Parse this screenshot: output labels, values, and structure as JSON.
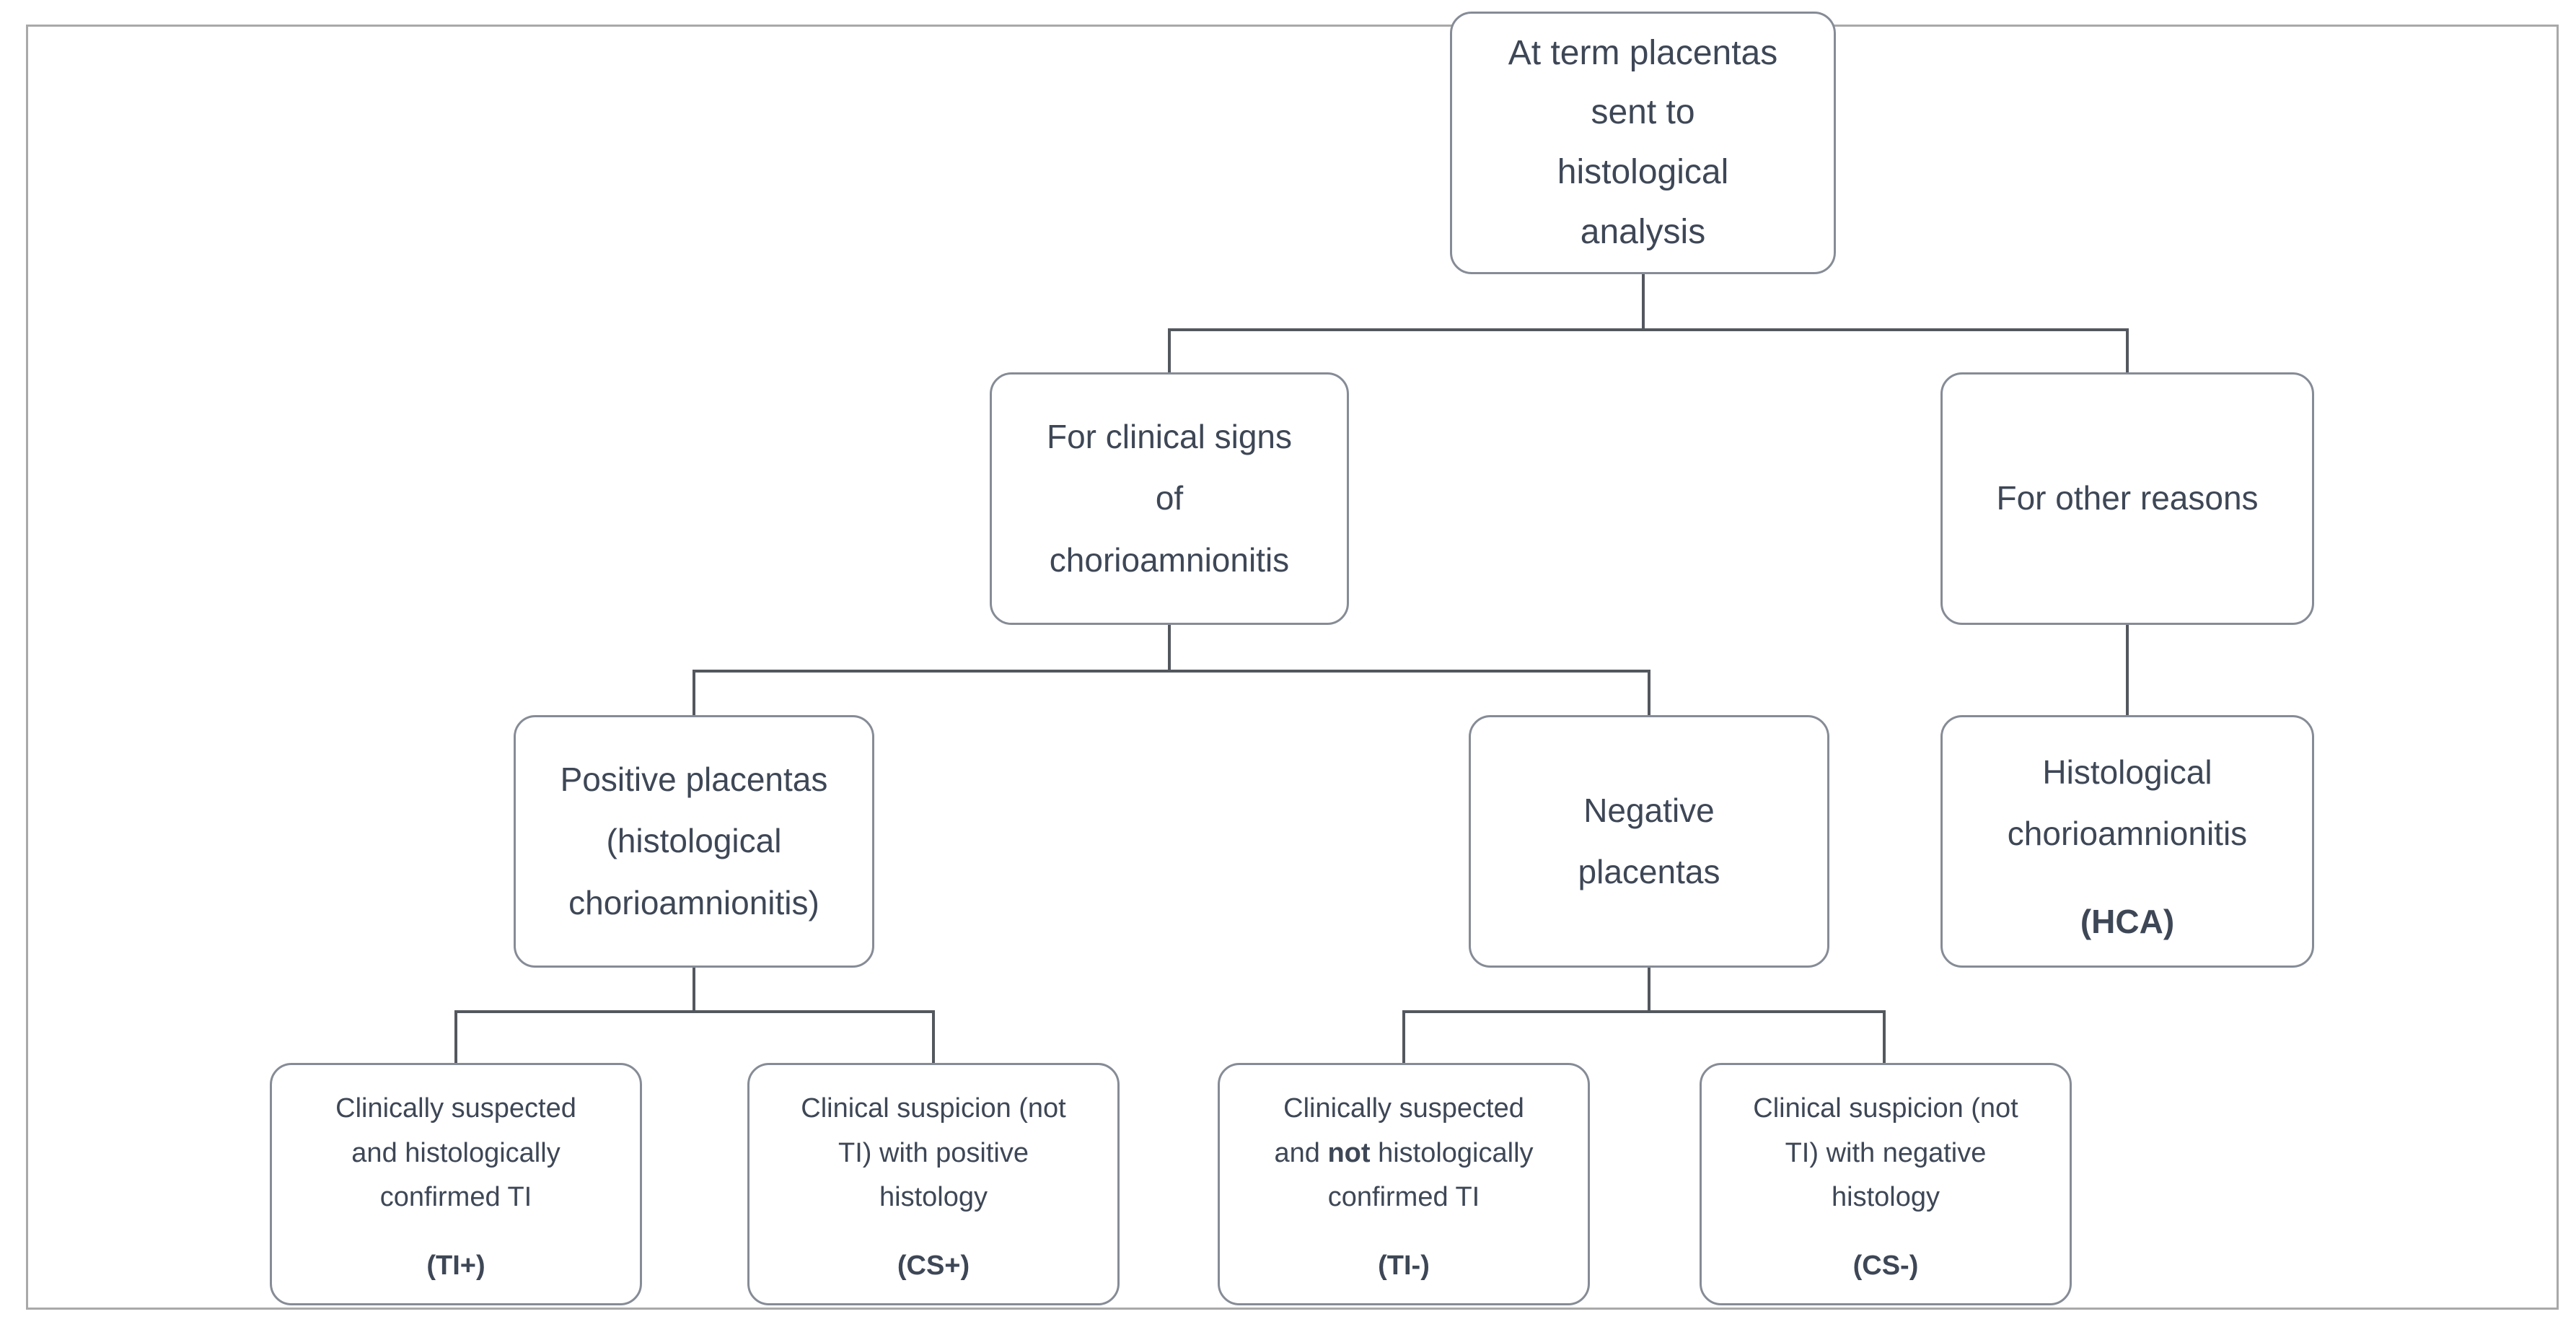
{
  "figure": {
    "title": "Placenta histological analysis flowchart",
    "colors": {
      "background": "#ffffff",
      "frame_border": "#a9a9a9",
      "box_border": "#868c96",
      "connector": "#53575e",
      "text": "#3e4756"
    },
    "nodes": {
      "root": {
        "text": "At term placentas\nsent to\nhistological\nanalysis"
      },
      "clinical_signs": {
        "text": "For clinical signs\nof\nchorioamnionitis"
      },
      "other_reasons": {
        "text": "For other reasons"
      },
      "positive": {
        "text": "Positive placentas\n(histological\nchorioamnionitis)"
      },
      "negative": {
        "text": "Negative\nplacentas"
      },
      "hca": {
        "text": "Histological\nchorioamnionitis",
        "acronym": "(HCA)"
      },
      "ti_plus": {
        "text": "Clinically suspected\nand histologically\nconfirmed TI",
        "acronym": "(TI+)"
      },
      "cs_plus": {
        "text": "Clinical suspicion (not\nTI) with positive\nhistology",
        "acronym": "(CS+)"
      },
      "ti_minus": {
        "text_before": "Clinically suspected\nand ",
        "text_bold": "not",
        "text_after": " histologically\nconfirmed TI",
        "acronym": "(TI-)"
      },
      "cs_minus": {
        "text": "Clinical suspicion (not\nTI) with negative\nhistology",
        "acronym": "(CS-)"
      }
    }
  }
}
